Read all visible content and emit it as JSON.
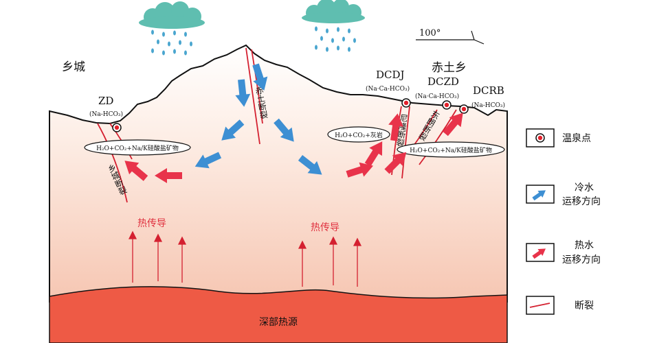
{
  "places": {
    "left_town": "乡城",
    "right_town": "赤土乡"
  },
  "orientation": "100°",
  "springs": [
    {
      "id": "ZD",
      "name": "ZD",
      "chem": "(Na-HCO₃)"
    },
    {
      "id": "DCDJ",
      "name": "DCDJ",
      "chem": "(Na·Ca-HCO₃)"
    },
    {
      "id": "DCZD",
      "name": "DCZD",
      "chem": "(Na·Ca-HCO₃)"
    },
    {
      "id": "DCRB",
      "name": "DCRB",
      "chem": "(Na-HCO₃)"
    }
  ],
  "faults": {
    "xiangcheng": "乡城断裂",
    "chitu": "赤土断裂",
    "nilong": "尼隆断裂",
    "donglang": "东朗断裂"
  },
  "reactions": {
    "left": "H₂O+CO₂+Na/K硅酸盐矿物",
    "middle": "H₂O+CO₂+灰岩",
    "right": "H₂O+CO₂+Na/K硅酸盐矿物"
  },
  "heat": {
    "conduction_left": "热传导",
    "conduction_right": "热传导",
    "source": "深部热源"
  },
  "legend": [
    {
      "key": "spring",
      "label_lines": [
        "温泉点"
      ]
    },
    {
      "key": "cold",
      "label_lines": [
        "冷水",
        "运移方向"
      ]
    },
    {
      "key": "hot",
      "label_lines": [
        "热水",
        "运移方向"
      ]
    },
    {
      "key": "fault",
      "label_lines": [
        "断裂"
      ]
    }
  ],
  "colors": {
    "cold_arrow": "#3d8fd3",
    "hot_arrow": "#e8334a",
    "fault_line": "#d42030",
    "heat_source": "#ee5a45",
    "cloud": "#5fbeb0",
    "rain": "#4aa6cf"
  }
}
